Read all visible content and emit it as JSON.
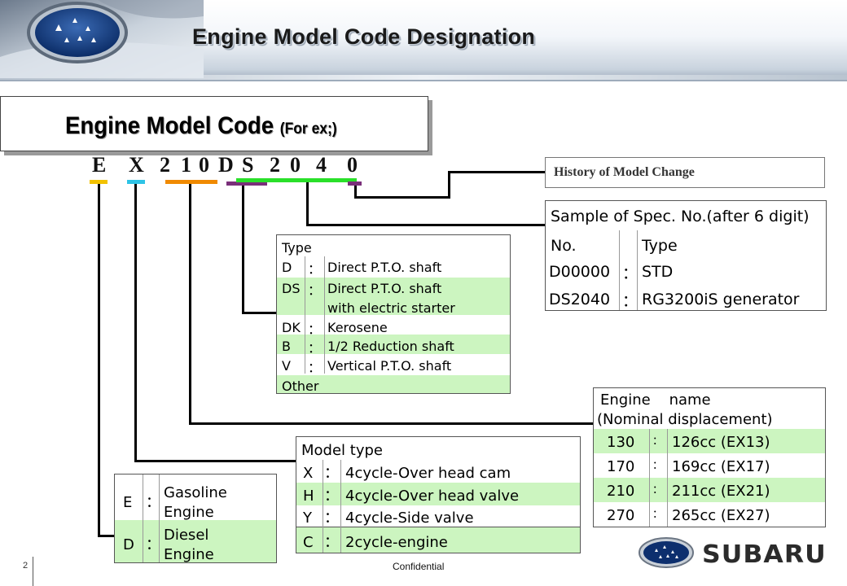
{
  "title": "Engine Model Code Designation",
  "code_box": {
    "main": "Engine Model Code",
    "suffix": "(For ex;)"
  },
  "code_chars": [
    "E",
    "X",
    "2",
    "1",
    "0",
    "D",
    "S",
    "2",
    "0",
    "4",
    "0"
  ],
  "colors": {
    "yellow": "#f2c200",
    "cyan": "#2ec3e6",
    "orange": "#f08a00",
    "purple": "#7a2f7a",
    "green": "#2ae02a",
    "table_highlight": "#ccf5c0"
  },
  "history": "History of Model Change",
  "spec": {
    "title": "Sample of Spec. No.(after 6 digit)",
    "col_no": "No.",
    "col_type": "Type",
    "rows": [
      {
        "no": "D00000",
        "sep": "：",
        "type": "STD"
      },
      {
        "no": "DS2040",
        "sep": "：",
        "type": "RG3200iS generator"
      }
    ]
  },
  "type_table": {
    "title": "Type",
    "rows": [
      {
        "code": "D",
        "sep": "：",
        "desc": "Direct P.T.O. shaft"
      },
      {
        "code": "DS",
        "sep": "：",
        "desc": "Direct P.T.O. shaft",
        "desc2": "with electric starter"
      },
      {
        "code": "DK",
        "sep": "：",
        "desc": "Kerosene"
      },
      {
        "code": "B",
        "sep": "：",
        "desc": "1/2 Reduction shaft"
      },
      {
        "code": "V",
        "sep": "：",
        "desc": "Vertical P.T.O. shaft"
      }
    ],
    "other": "Other"
  },
  "engine_name": {
    "title": "Engine    name",
    "subtitle": "(Nominal displacement)",
    "rows": [
      {
        "code": "130",
        "sep": "：",
        "desc": "126cc (EX13)"
      },
      {
        "code": "170",
        "sep": "：",
        "desc": "169cc (EX17)"
      },
      {
        "code": "210",
        "sep": "：",
        "desc": "211cc (EX21)"
      },
      {
        "code": "270",
        "sep": "：",
        "desc": "265cc (EX27)"
      }
    ]
  },
  "model_type": {
    "title": "Model type",
    "rows": [
      {
        "code": "X",
        "sep": "：",
        "desc": "4cycle-Over head cam"
      },
      {
        "code": "H",
        "sep": "：",
        "desc": "4cycle-Over head valve"
      },
      {
        "code": "Y",
        "sep": "：",
        "desc": "4cycle-Side valve"
      },
      {
        "code": "C",
        "sep": "：",
        "desc": "2cycle-engine"
      }
    ]
  },
  "fuel": {
    "rows": [
      {
        "code": "E",
        "sep": "：",
        "desc": "Gasoline",
        "desc2": "Engine"
      },
      {
        "code": "D",
        "sep": "：",
        "desc": "Diesel",
        "desc2": "Engine"
      }
    ]
  },
  "footer": {
    "page": "2",
    "confidential": "Confidential",
    "brand": "SUBARU"
  }
}
